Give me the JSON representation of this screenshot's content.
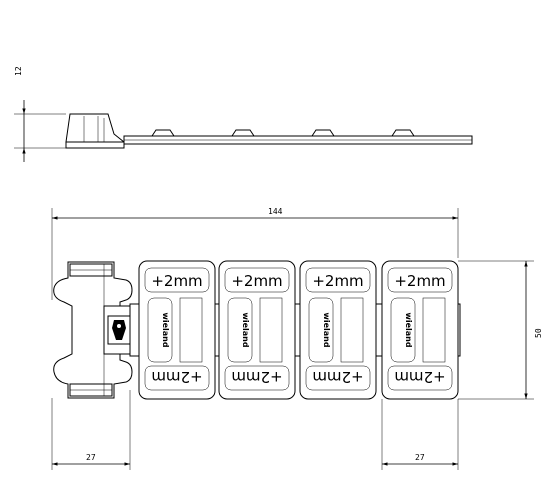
{
  "dimensions": {
    "height_side": "12",
    "total_length": "144",
    "width": "50",
    "left_section": "27",
    "right_section": "27"
  },
  "module_label": "+2mm",
  "brand_text": "wieland",
  "module_count": 4,
  "icons": {
    "connector_symbol": "pictogram-icon"
  }
}
